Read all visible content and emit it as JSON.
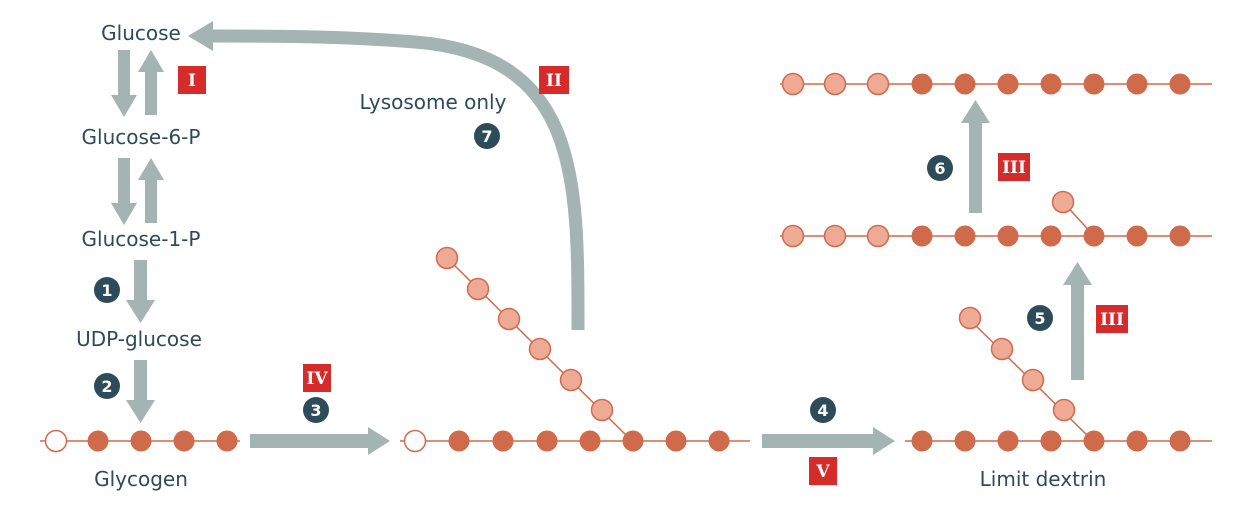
{
  "labels": {
    "glucose": "Glucose",
    "glucose6p": "Glucose-6-P",
    "glucose1p": "Glucose-1-P",
    "udp": "UDP-glucose",
    "glycogen": "Glycogen",
    "lysosome": "Lysosome only",
    "limit_dextrin": "Limit dextrin"
  },
  "steps": [
    "1",
    "2",
    "3",
    "4",
    "5",
    "6",
    "7"
  ],
  "enzymes": [
    "I",
    "II",
    "III",
    "IV",
    "V"
  ],
  "colors": {
    "arrow": "#a3b4b3",
    "text": "#2e4b5a",
    "step_bg": "#2e4b5a",
    "enzyme_bg": "#d62b2b",
    "dot_dark": "#cf6a4b",
    "dot_light": "#efaa96",
    "line": "#cf6a4b"
  }
}
